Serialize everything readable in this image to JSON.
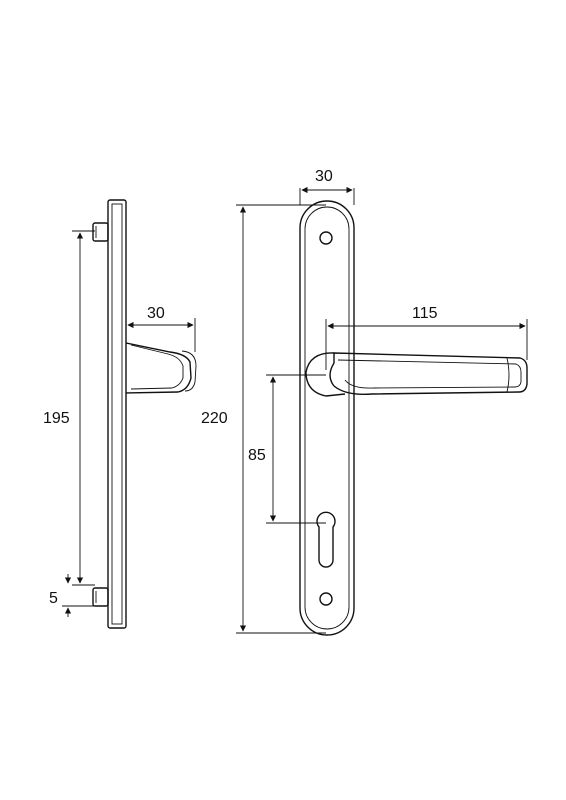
{
  "dimensions": {
    "side_height": "195",
    "side_spindle_offset": "5",
    "side_projection": "30",
    "plate_width": "30",
    "plate_length": "220",
    "lever_length": "115",
    "backset_center": "85"
  },
  "colors": {
    "stroke": "#111111",
    "background": "#ffffff"
  }
}
